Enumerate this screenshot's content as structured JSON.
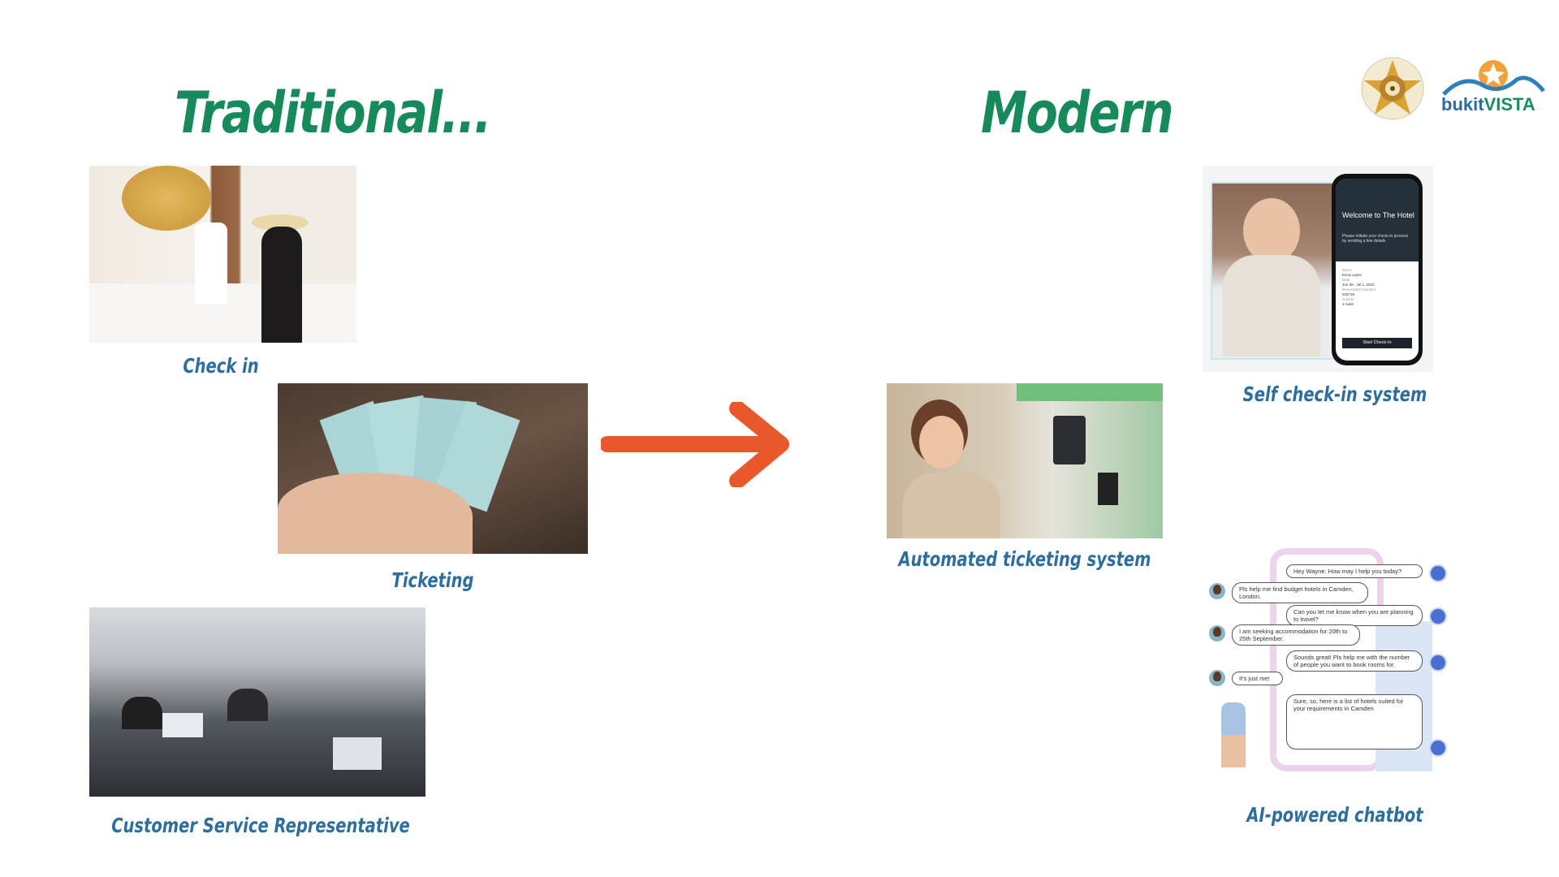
{
  "headings": {
    "traditional": "Traditional...",
    "modern": "Modern"
  },
  "logos": {
    "university_seal": "university-seal",
    "brand": "bukitVISTA",
    "brand_part1": "bukit",
    "brand_part2": "VISTA"
  },
  "traditional_items": [
    {
      "label": "Check in"
    },
    {
      "label": "Ticketing"
    },
    {
      "label": "Customer Service Representative"
    }
  ],
  "modern_items": [
    {
      "label": "Self check-in system"
    },
    {
      "label": "Automated ticketing system"
    },
    {
      "label": "AI-powered chatbot"
    }
  ],
  "arrow": {
    "icon": "arrow-right-icon",
    "color": "#e8582a"
  },
  "phone_screen": {
    "welcome": "Welcome to The Hotel",
    "subtitle": "Please initiate your check-in process by sending a few details",
    "fields": [
      {
        "label": "Name",
        "value": "Erica Lopes"
      },
      {
        "label": "Date",
        "value": "Jun 29 - Jul 1, 2023"
      },
      {
        "label": "Reservation Number",
        "value": "325719"
      },
      {
        "label": "Guests",
        "value": "1 Adult"
      }
    ],
    "button": "Start Check-In"
  },
  "chat": [
    {
      "from": "bot",
      "text": "Hey Wayne. How may I help you today?"
    },
    {
      "from": "user",
      "text": "Pls help me find budget hotels in Camden, London."
    },
    {
      "from": "bot",
      "text": "Can you let me know when you are planning to travel?"
    },
    {
      "from": "user",
      "text": "I am seeking accommodation for 20th to 25th September."
    },
    {
      "from": "bot",
      "text": "Sounds great! Pls help me with the number of people you want to book rooms for."
    },
    {
      "from": "user",
      "text": "It's just me!"
    },
    {
      "from": "bot",
      "text": "Sure, so, here is a list of hotels suited for your requirements in Camden"
    }
  ],
  "colors": {
    "heading": "#178a5c",
    "label": "#2d6e9c",
    "arrow": "#e8582a"
  }
}
